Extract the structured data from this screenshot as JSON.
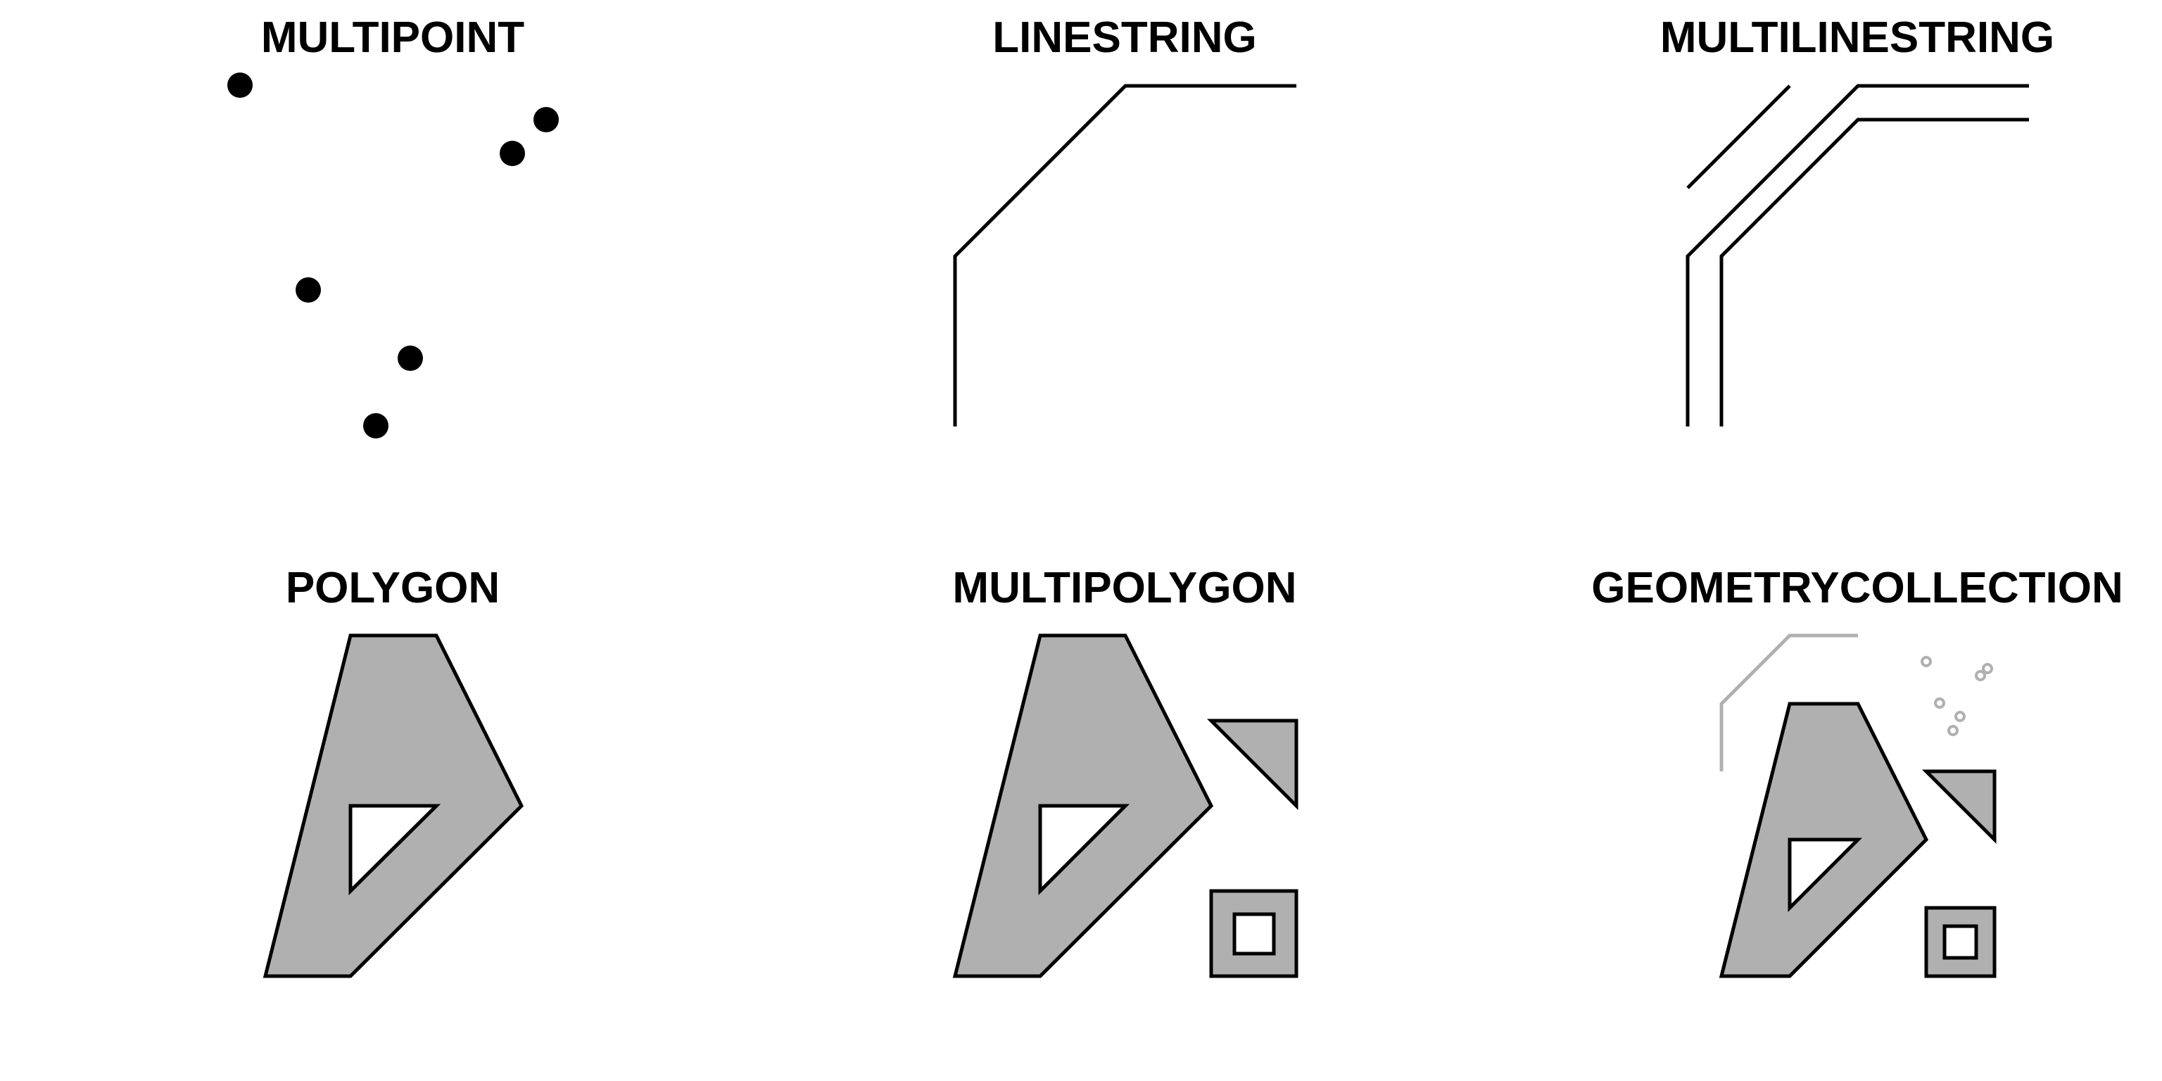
{
  "panels": {
    "multipoint": {
      "title": "MULTIPOINT"
    },
    "linestring": {
      "title": "LINESTRING"
    },
    "multilinestring": {
      "title": "MULTILINESTRING"
    },
    "polygon": {
      "title": "POLYGON"
    },
    "multipolygon": {
      "title": "MULTIPOLYGON"
    },
    "geometrycollection": {
      "title": "GEOMETRYCOLLECTION"
    }
  },
  "colors": {
    "stroke": "#000000",
    "fill": "#b0b0b0",
    "hole": "#ffffff",
    "faded": "#b0b0b0"
  }
}
